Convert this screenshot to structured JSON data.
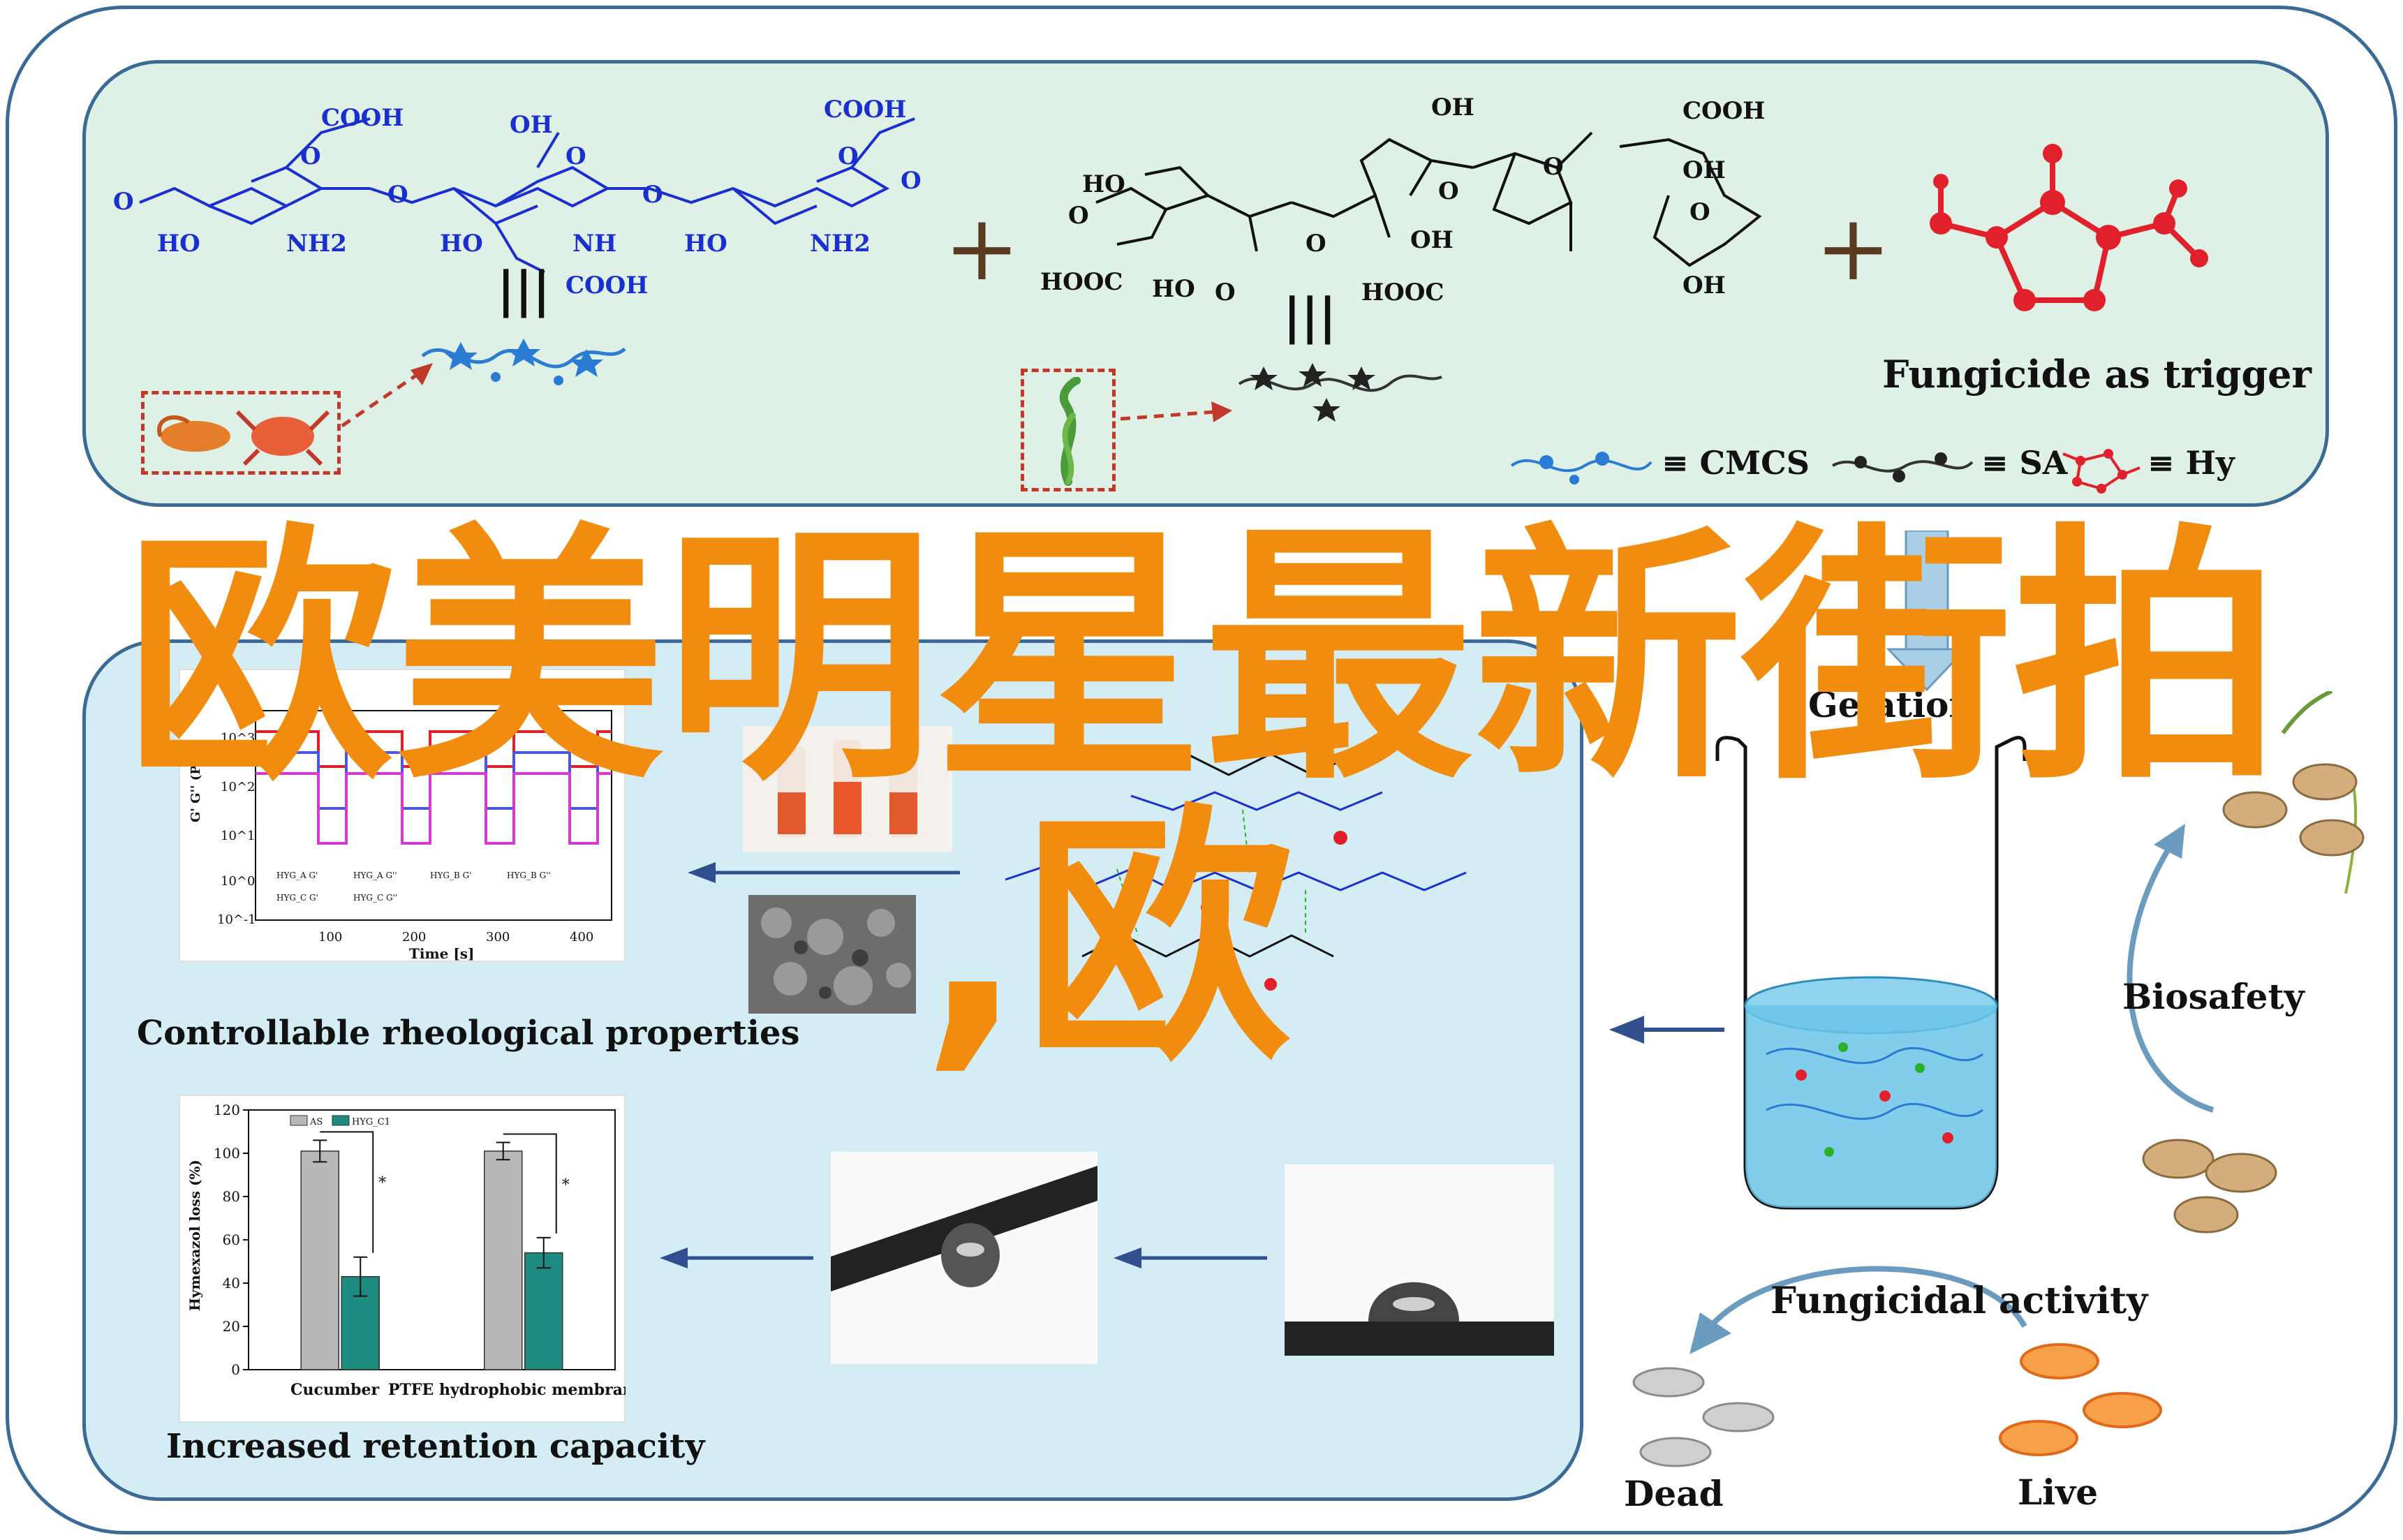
{
  "overlay": {
    "line1": "欧美明星最新街拍",
    "line2": ",欧"
  },
  "top": {
    "trigger_label": "Fungicide as trigger",
    "plus": "+",
    "equiv": "|||",
    "legend": {
      "cmcs": "≡ CMCS",
      "sa": "≡ SA",
      "hy": "≡ Hy"
    },
    "chem": {
      "cooh": "COOH",
      "oh": "OH",
      "o": "O",
      "ho": "HO",
      "nh2": "NH2",
      "nh": "NH",
      "hooc": "HOOC"
    }
  },
  "middle": {
    "rheo_label": "Controllable rheological properties",
    "retention_label": "Increased retention capacity",
    "gelation_label": "Gelation",
    "biosafety_label": "Biosafety",
    "fungicidal_label": "Fungicidal activity",
    "dead_label": "Dead",
    "live_label": "Live"
  },
  "rheo_chart": {
    "ylabel": "G' G'' (Pa)",
    "xlabel": "Time [s]",
    "yticks": [
      "10^3",
      "10^2",
      "10^1",
      "10^0",
      "10^-1"
    ],
    "xticks": [
      "100",
      "200",
      "300",
      "400"
    ],
    "legend": [
      "HYG_A G'",
      "HYG_A G''",
      "HYG_B G'",
      "HYG_B G''",
      "HYG_C G'",
      "HYG_C G''"
    ]
  },
  "bar_chart": {
    "type": "bar",
    "ylabel": "Hymexazol loss (%)",
    "categories": [
      "Cucumber",
      "PTFE hydrophobic membrane"
    ],
    "series": [
      {
        "name": "AS",
        "values": [
          101,
          101
        ],
        "errors": [
          5,
          4
        ],
        "color": "#b8b8b8"
      },
      {
        "name": "HYG_C1",
        "values": [
          43,
          54
        ],
        "errors": [
          9,
          7
        ],
        "color": "#1e8b80"
      }
    ],
    "yticks": [
      "0",
      "20",
      "40",
      "60",
      "80",
      "100",
      "120"
    ],
    "ylim": [
      0,
      120
    ],
    "sig": "*"
  },
  "colors": {
    "frame": "#3a6a96",
    "top_bg": "#dff0e6",
    "mid_bg": "#d4ecf4",
    "overlay": "#f28c0f",
    "chem_blue": "#1a2fd0",
    "arrow": "#2f4f8f",
    "hy_red": "#e0202a"
  }
}
